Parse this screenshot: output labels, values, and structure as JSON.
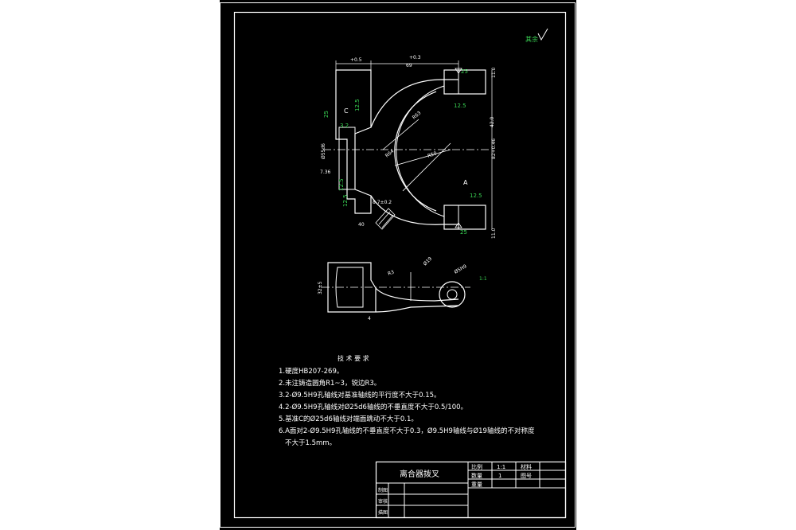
{
  "surface_symbol": {
    "text": "其余",
    "value": ""
  },
  "front_view": {
    "dims": {
      "top_left": "+0.5",
      "top_mid": "+0.3",
      "top_len": "69",
      "r1": "R63",
      "r2": "R50",
      "r3": "R64",
      "bottom": "8.7±0.2",
      "h1": "11.0",
      "h2": "42.0",
      "h3": "82+0.46",
      "h4": "11.0",
      "left1": "Ø55d6",
      "left2": "7.36",
      "chamfer": "40"
    },
    "roughness": {
      "r25_top": "25",
      "r125_a": "12.5",
      "r125_b": "12.5",
      "r25_left": "25",
      "r32": "3.2",
      "r125_c": "12.5",
      "r125_d": "12.5",
      "r125_e": "12.5",
      "r25_bottom": "25"
    },
    "labels": {
      "c": "C",
      "a": "A"
    }
  },
  "side_view": {
    "dims": {
      "h": "32±5",
      "r": "R3",
      "d1": "Ø19",
      "d2": "Ø5H9",
      "ang": "1:1",
      "len": "4"
    }
  },
  "tech_req": {
    "title": "技 术 要 求",
    "items": [
      "1.硬度HB207-269。",
      "2.未注铸造圆角R1~3，锐边R3。",
      "3.2-Ø9.5H9孔轴线对基准轴线的平行度不大于0.15。",
      "4.2-Ø9.5H9孔轴线对Ø25d6轴线的不垂直度不大于0.5/100。",
      "5.基准C的Ø25d6轴线对端面跳动不大于0.1。",
      "6.A面对2-Ø9.5H9孔轴线的不垂直度不大于0.3，Ø9.5H9轴线与Ø19轴线的不对称度",
      "不大于1.5mm。"
    ]
  },
  "title_block": {
    "part_name": "离合器拨叉",
    "scale_label": "比例",
    "scale_value": "1:1",
    "qty_label": "数量",
    "qty_value": "1",
    "material_label": "材料",
    "drawing_no_label": "图号",
    "weight_label": "重量",
    "designer_label": "制图",
    "checker_label": "审核",
    "approver_label": "描图"
  }
}
